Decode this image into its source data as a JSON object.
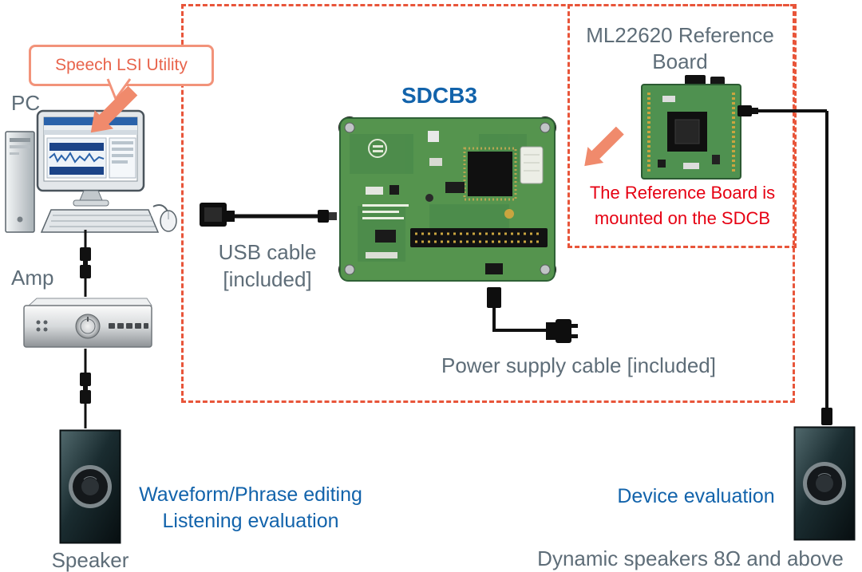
{
  "colors": {
    "dash": "#e8553a",
    "callout": "#f2937a",
    "callout_text": "#e8644c",
    "arrow": "#f08a6c",
    "blue": "#1263ab",
    "red": "#e60012",
    "gray": "#5e6d78"
  },
  "diagram": {
    "callout_label": "Speech LSI Utility",
    "pc_label": "PC",
    "amp_label": "Amp",
    "speaker_label": "Speaker",
    "board_title": "SDCB3",
    "usb_cable_label": "USB cable [included]",
    "power_cable_label": "Power supply cable [included]",
    "reference_board_title": "ML22620 Reference Board",
    "reference_board_note": "The Reference Board is mounted on the SDCB",
    "pc_evaluation_line1": "Waveform/Phrase editing",
    "pc_evaluation_line2": "Listening evaluation",
    "device_evaluation_label": "Device evaluation",
    "speakers_note": "Dynamic speakers 8Ω and above"
  },
  "illustrations": [
    "pc-tower",
    "pc-monitor",
    "keyboard",
    "mouse",
    "amplifier",
    "speaker-left",
    "speaker-right",
    "sdcb3-board",
    "ml22620-reference-board",
    "usb-cable",
    "power-supply-cable",
    "audio-cable-pc-amp",
    "audio-cable-amp-speaker",
    "evaluation-cable"
  ]
}
